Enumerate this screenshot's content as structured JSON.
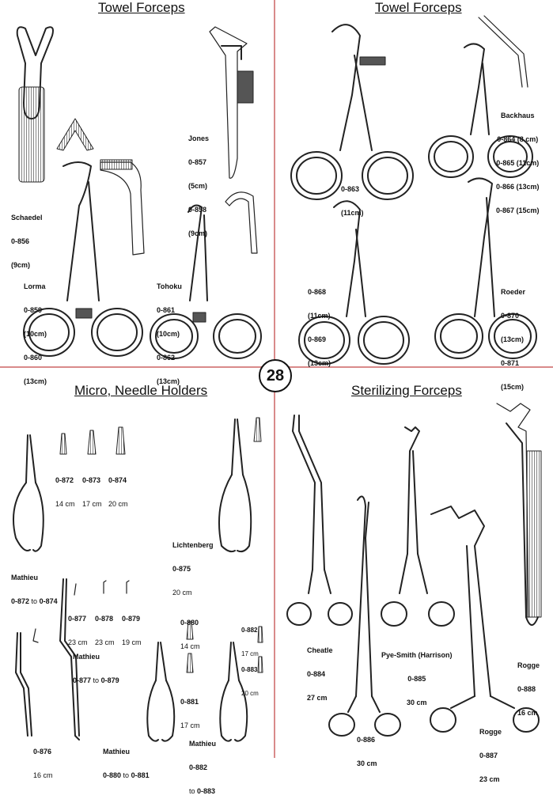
{
  "page_number": "28",
  "sections": {
    "towel_left": {
      "title": "Towel Forceps",
      "items": {
        "schaedel": {
          "name": "Schaedel",
          "codes": "0-856",
          "size": "(9cm)"
        },
        "jones": {
          "name": "Jones",
          "line1": "0-857",
          "line2": "(5cm)",
          "line3": "0-858",
          "line4": "(9cm)"
        },
        "lorma": {
          "name": "Lorma",
          "line1": "0-859",
          "line2": "(10cm)",
          "line3": "0-860",
          "line4": "(13cm)"
        },
        "tohoku": {
          "name": "Tohoku",
          "line1": "0-861",
          "line2": "(10cm)",
          "line3": "0-862",
          "line4": "(13cm)"
        }
      }
    },
    "towel_right": {
      "title": "Towel Forceps",
      "items": {
        "backhaus": {
          "name": "Backhaus",
          "line1": "0-864 (8 cm)",
          "line2": "0-865 (11cm)",
          "line3": "0-866 (13cm)",
          "line4": "0-867 (15cm)"
        },
        "item863": {
          "line1": "0-863",
          "line2": "(11cm)"
        },
        "item868": {
          "line1": "0-868",
          "line2": "(11cm)",
          "line3": "0-869",
          "line4": "(13cm)"
        },
        "roeder": {
          "name": "Roeder",
          "line1": "0-870",
          "line2": "(13cm)",
          "line3": "0-871",
          "line4": "(15cm)"
        }
      }
    },
    "micro": {
      "title": "Micro, Needle Holders",
      "items": {
        "tip872": {
          "code": "0-872",
          "size": "14 cm"
        },
        "tip873": {
          "code": "0-873",
          "size": "17 cm"
        },
        "tip874": {
          "code": "0-874",
          "size": "20 cm"
        },
        "mathieu872": {
          "name": "Mathieu",
          "code_a": "0-872",
          "to": "to",
          "code_b": "0-874"
        },
        "lichtenberg": {
          "name": "Lichtenberg",
          "code": "0-875",
          "size": "20 cm"
        },
        "tip877": {
          "code": "0-877",
          "size": "23 cm"
        },
        "tip878": {
          "code": "0-878",
          "size": "23 cm"
        },
        "tip879": {
          "code": "0-879",
          "size": "19 cm"
        },
        "mathieu877": {
          "name": "Mathieu",
          "code_a": "0-877",
          "to": "to",
          "code_b": "0-879"
        },
        "tip880": {
          "code": "0-880",
          "size": "14 cm"
        },
        "tip881": {
          "code": "0-881",
          "size": "17 cm"
        },
        "tip882": {
          "code": "0-882",
          "size": "17 cm"
        },
        "tip883": {
          "code": "0-883",
          "size": "20 cm"
        },
        "item876": {
          "code": "0-876",
          "size": "16 cm"
        },
        "mathieu880": {
          "name": "Mathieu",
          "code_a": "0-880",
          "to": "to",
          "code_b": "0-881"
        },
        "mathieu882": {
          "name": "Mathieu",
          "code_a": "0-882",
          "to": "to",
          "code_b": "0-883"
        }
      }
    },
    "sterilizing": {
      "title": "Sterilizing Forceps",
      "items": {
        "cheatle": {
          "name": "Cheatle",
          "code": "0-884",
          "size": "27 cm"
        },
        "pyesmith": {
          "name": "Pye-Smith (Harrison)",
          "code": "0-885",
          "size": "30 cm"
        },
        "rogge888": {
          "name": "Rogge",
          "code": "0-888",
          "size": "16 cm"
        },
        "item886": {
          "code": "0-886",
          "size": "30 cm"
        },
        "rogge887": {
          "name": "Rogge",
          "code": "0-887",
          "size": "23 cm"
        }
      }
    }
  }
}
